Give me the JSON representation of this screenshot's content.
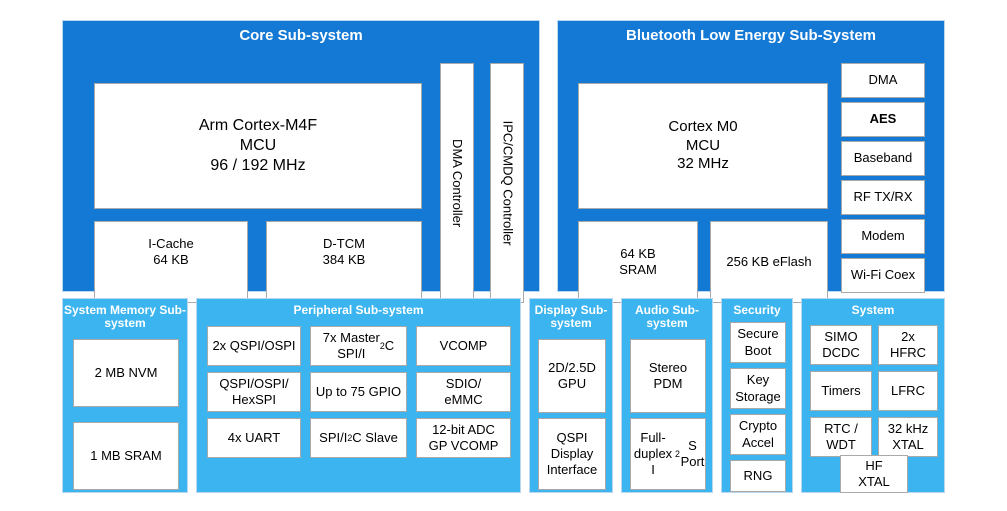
{
  "diagram": {
    "title": "SoC Block Diagram",
    "colors": {
      "panel_dark_blue": "#1379d5",
      "panel_light_blue": "#3bb4ef",
      "block_fill": "#ffffff",
      "block_border": "#a9a9a9",
      "title_text": "#ffffff",
      "background": "#ffffff"
    }
  },
  "core_subsystem": {
    "title": "Core Sub-system",
    "mcu": "Arm Cortex-M4F\nMCU\n96 / 192 MHz",
    "icache": "I-Cache\n64 KB",
    "dtcm": "D-TCM\n384 KB",
    "dma_controller": "DMA Controller",
    "ipc_cmdq_controller": "IPC/CMDQ Controller"
  },
  "ble_subsystem": {
    "title": "Bluetooth Low Energy Sub-System",
    "mcu": "Cortex M0\nMCU\n32 MHz",
    "sram": "64 KB\nSRAM",
    "eflash": "256 KB eFlash",
    "side_blocks": [
      {
        "label": "DMA",
        "bold": false
      },
      {
        "label": "AES",
        "bold": true
      },
      {
        "label": "Baseband",
        "bold": false
      },
      {
        "label": "RF TX/RX",
        "bold": false
      },
      {
        "label": "Modem",
        "bold": false
      },
      {
        "label": "Wi-Fi Coex",
        "bold": false
      }
    ]
  },
  "system_memory_subsystem": {
    "title": "System Memory\nSub-system",
    "blocks": [
      "2 MB NVM",
      "1 MB SRAM"
    ]
  },
  "peripheral_subsystem": {
    "title": "Peripheral Sub-system",
    "blocks": [
      {
        "id": "qspi-ospi",
        "text": "2x QSPI/OSPI"
      },
      {
        "id": "master-spi-i2c",
        "text": "7x Master\nSPI/I<sup>2</sup>C",
        "html": true
      },
      {
        "id": "vcomp",
        "text": "VCOMP"
      },
      {
        "id": "qspi-ospi-hexspi",
        "text": "QSPI/OSPI/\nHexSPI"
      },
      {
        "id": "gpio",
        "text": "Up to 75 GPIO"
      },
      {
        "id": "sdio-emmc",
        "text": "SDIO/\neMMC"
      },
      {
        "id": "uart",
        "text": "4x UART"
      },
      {
        "id": "spi-i2c-slave",
        "text": "SPI/I<sup>2</sup>C Slave",
        "html": true
      },
      {
        "id": "adc-vcomp",
        "text": "12-bit ADC\nGP VCOMP"
      }
    ]
  },
  "display_subsystem": {
    "title": "Display\nSub-system",
    "blocks": [
      "2D/2.5D\nGPU",
      "QSPI\nDisplay\nInterface"
    ]
  },
  "audio_subsystem": {
    "title": "Audio\nSub-system",
    "blocks": [
      {
        "id": "stereo-pdm",
        "text": "Stereo\nPDM"
      },
      {
        "id": "i2s-port",
        "text": "Full-duplex\nI<sup>2</sup>S Port",
        "html": true
      }
    ]
  },
  "security_subsystem": {
    "title": "Security",
    "blocks": [
      "Secure\nBoot",
      "Key\nStorage",
      "Crypto\nAccel",
      "RNG"
    ]
  },
  "system_subsystem": {
    "title": "System",
    "blocks": [
      "SIMO\nDCDC",
      "2x\nHFRC",
      "Timers",
      "LFRC",
      "RTC /\nWDT",
      "32 kHz\nXTAL",
      "HF\nXTAL"
    ]
  }
}
